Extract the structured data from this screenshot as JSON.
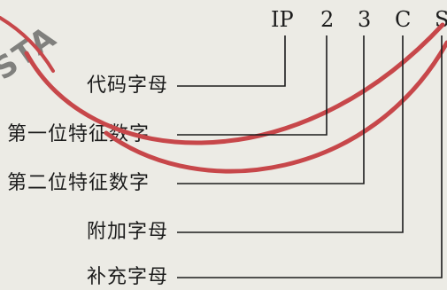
{
  "code_parts": {
    "ip": "IP",
    "first_digit": "2",
    "second_digit": "3",
    "additional_letter": "C",
    "supplementary_letter": "S"
  },
  "labels": {
    "code_letters": "代码字母",
    "first_digit": "第一位特征数字",
    "second_digit": "第二位特征数字",
    "additional_letter": "附加字母",
    "supplementary_letter": "补充字母"
  },
  "stamp": {
    "text": "STA",
    "color": "#c7474a"
  }
}
